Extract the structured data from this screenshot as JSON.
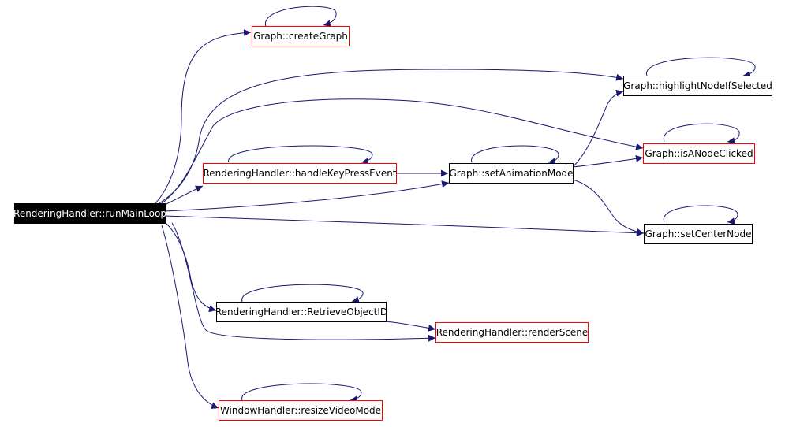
{
  "colors": {
    "edge": "#191970",
    "root_bg": "#000000",
    "root_text": "#ffffff",
    "node_border": "#000000",
    "node_border_highlight": "#ff0000"
  },
  "nodes": {
    "runMainLoop": "RenderingHandler::runMainLoop",
    "createGraph": "Graph::createGraph",
    "highlightNodeIfSelected": "Graph::highlightNodeIfSelected",
    "isANodeClicked": "Graph::isANodeClicked",
    "handleKeyPressEvent": "RenderingHandler::handleKeyPressEvent",
    "setAnimationMode": "Graph::setAnimationMode",
    "setCenterNode": "Graph::setCenterNode",
    "retrieveObjectID": "RenderingHandler::RetrieveObjectID",
    "renderScene": "RenderingHandler::renderScene",
    "resizeVideoMode": "WindowHandler::resizeVideoMode"
  }
}
